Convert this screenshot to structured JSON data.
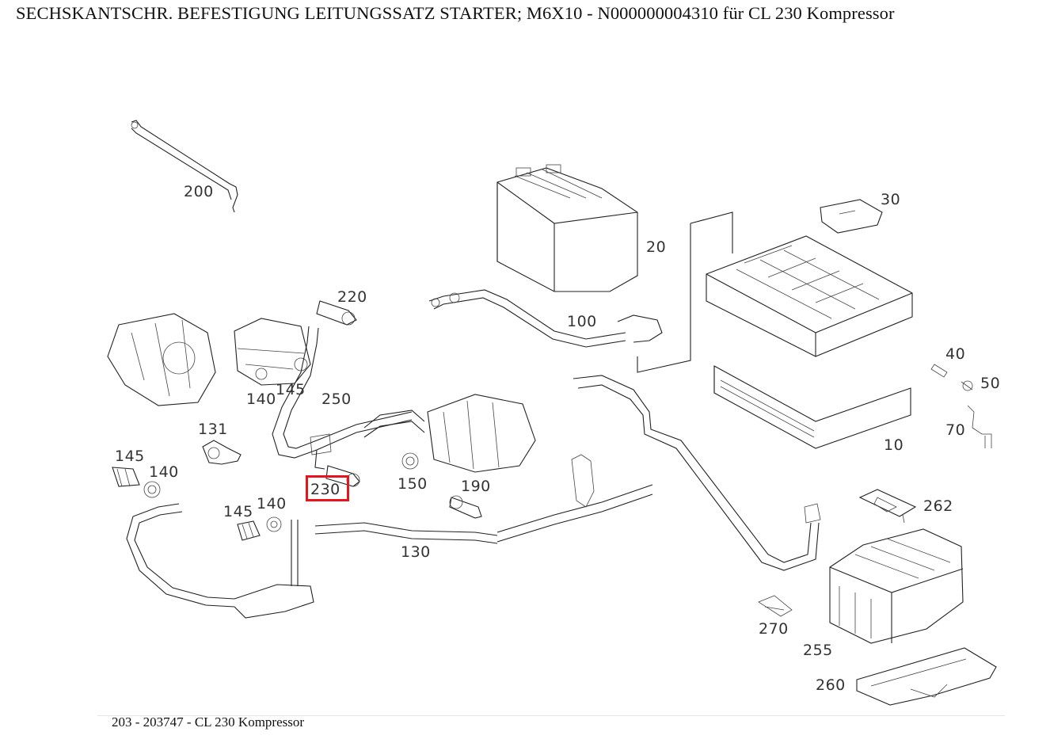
{
  "header": {
    "title": "SECHSKANTSCHR. BEFESTIGUNG LEITUNGSSATZ STARTER; M6X10 - N000000004310 für CL 230 Kompressor"
  },
  "diagram": {
    "highlighted_part": "230",
    "highlight_color": "#e8141c",
    "part_labels": [
      "200",
      "20",
      "30",
      "220",
      "100",
      "40",
      "50",
      "70",
      "10",
      "140",
      "145",
      "250",
      "131",
      "145",
      "140",
      "230",
      "150",
      "190",
      "262",
      "145",
      "140",
      "130",
      "270",
      "255",
      "260"
    ]
  },
  "footer": {
    "caption": "203 - 203747 - CL 230 Kompressor"
  }
}
